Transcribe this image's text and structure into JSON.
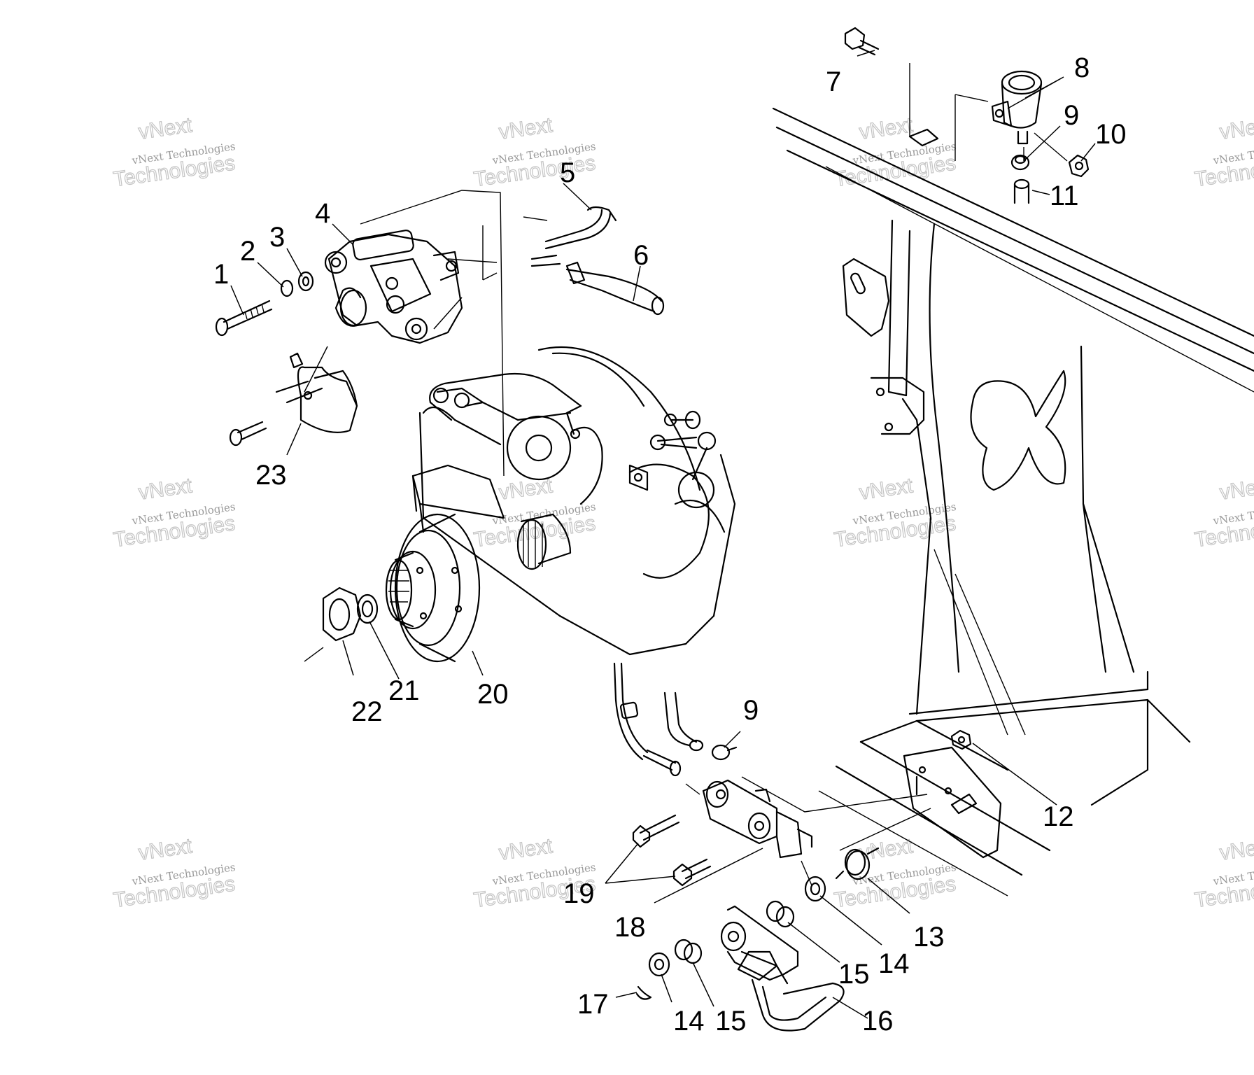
{
  "watermark": {
    "line1": "vNext Technologies",
    "line2": "vNext",
    "line3": "Technologies"
  },
  "callouts": [
    {
      "id": "c1",
      "label": "1"
    },
    {
      "id": "c2",
      "label": "2"
    },
    {
      "id": "c3",
      "label": "3"
    },
    {
      "id": "c4",
      "label": "4"
    },
    {
      "id": "c5",
      "label": "5"
    },
    {
      "id": "c6",
      "label": "6"
    },
    {
      "id": "c7",
      "label": "7"
    },
    {
      "id": "c8",
      "label": "8"
    },
    {
      "id": "c9a",
      "label": "9"
    },
    {
      "id": "c10",
      "label": "10"
    },
    {
      "id": "c11",
      "label": "11"
    },
    {
      "id": "c12",
      "label": "12"
    },
    {
      "id": "c13",
      "label": "13"
    },
    {
      "id": "c14a",
      "label": "14"
    },
    {
      "id": "c14b",
      "label": "14"
    },
    {
      "id": "c15a",
      "label": "15"
    },
    {
      "id": "c15b",
      "label": "15"
    },
    {
      "id": "c16",
      "label": "16"
    },
    {
      "id": "c17",
      "label": "17"
    },
    {
      "id": "c18",
      "label": "18"
    },
    {
      "id": "c19",
      "label": "19"
    },
    {
      "id": "c20",
      "label": "20"
    },
    {
      "id": "c21",
      "label": "21"
    },
    {
      "id": "c22",
      "label": "22"
    },
    {
      "id": "c23",
      "label": "23"
    },
    {
      "id": "c9b",
      "label": "9"
    }
  ]
}
